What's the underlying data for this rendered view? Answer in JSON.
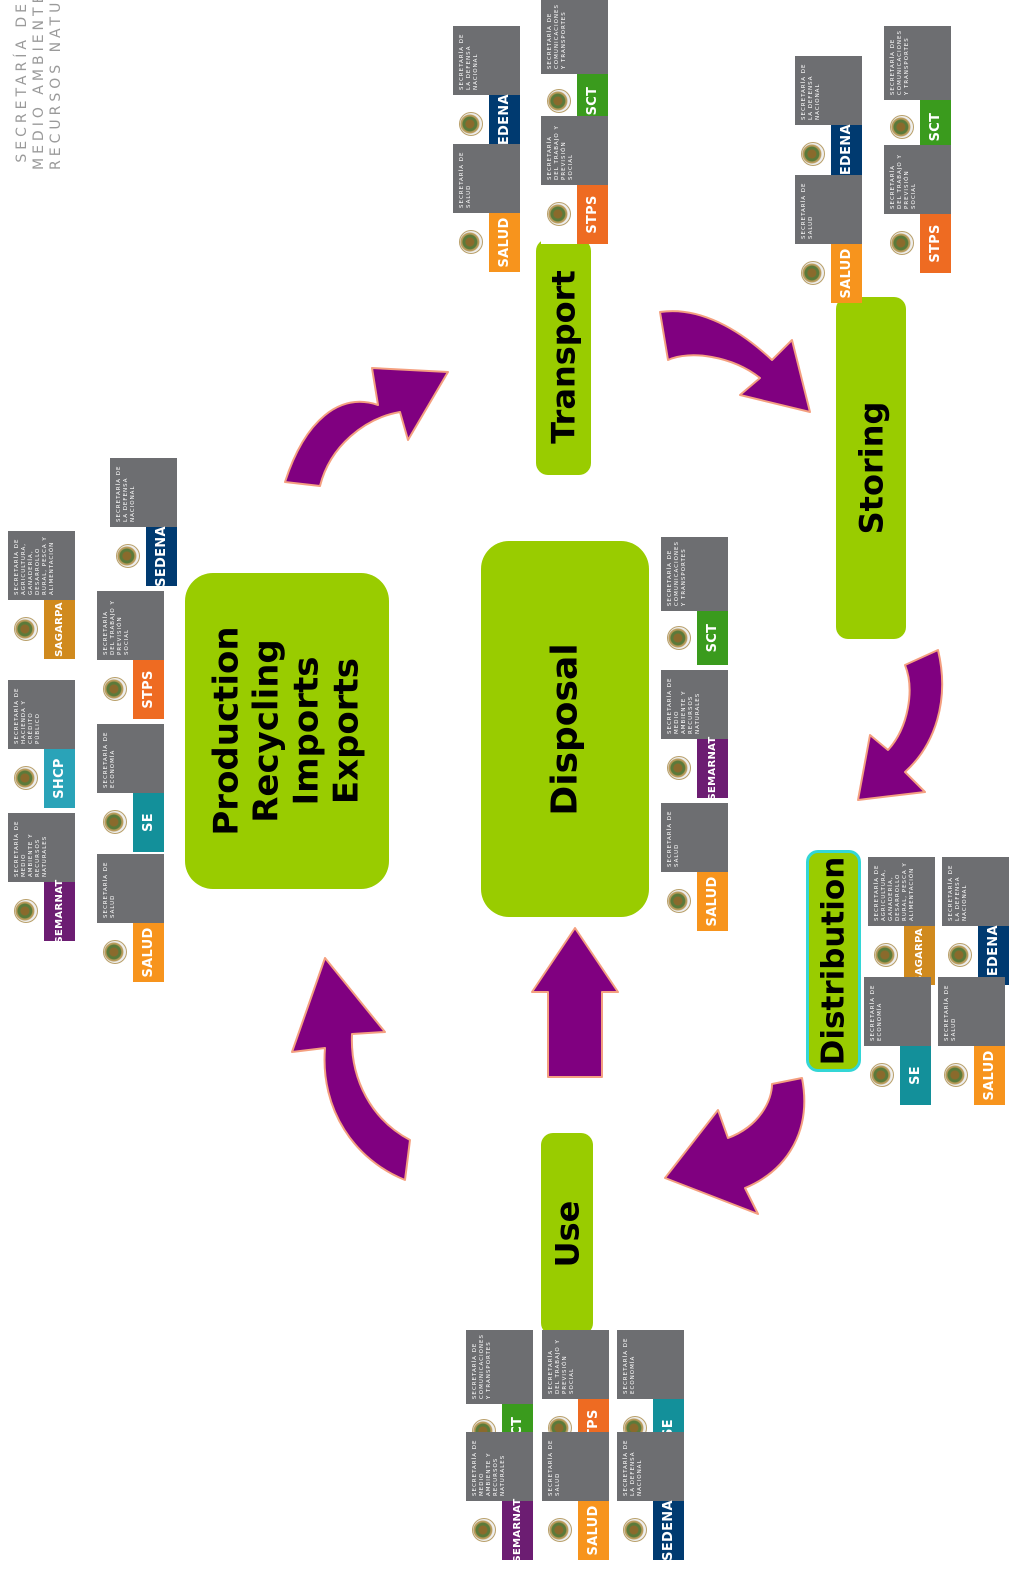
{
  "header": {
    "line1": "SECRETARÍA DE",
    "line2": "MEDIO AMBIENTE Y",
    "line3": "RECURSOS NATURALES"
  },
  "stages": {
    "production": [
      "Production",
      "Recycling",
      "Imports",
      "Exports"
    ],
    "transport": "Transport",
    "storing": "Storing",
    "distribution": "Distribution",
    "use": "Use",
    "disposal": "Disposal"
  },
  "agencies": {
    "SEDENA": {
      "acronym": "SEDENA",
      "color": "#003a70",
      "desc": "SECRETARÍA DE LA DEFENSA NACIONAL"
    },
    "SCT": {
      "acronym": "SCT",
      "color": "#3a9b1d",
      "desc": "SECRETARÍA DE COMUNICACIONES Y TRANSPORTES"
    },
    "SALUD": {
      "acronym": "SALUD",
      "color": "#f7941d",
      "desc": "SECRETARÍA DE SALUD"
    },
    "STPS": {
      "acronym": "STPS",
      "color": "#ee6b22",
      "desc": "SECRETARÍA DEL TRABAJO Y PREVISIÓN SOCIAL"
    },
    "SEMARNAT": {
      "acronym": "SEMARNAT",
      "color": "#6c1d72",
      "desc": "SECRETARÍA DE MEDIO AMBIENTE Y RECURSOS NATURALES"
    },
    "SHCP": {
      "acronym": "SHCP",
      "color": "#2aa3b8",
      "desc": "SECRETARÍA DE HACIENDA Y CRÉDITO PÚBLICO"
    },
    "SAGARPA": {
      "acronym": "SAGARPA",
      "color": "#d08a1e",
      "desc": "SECRETARÍA DE AGRICULTURA, GANADERÍA, DESARROLLO RURAL, PESCA Y ALIMENTACIÓN"
    },
    "SE": {
      "acronym": "SE",
      "color": "#13909a",
      "desc": "SECRETARÍA DE ECONOMÍA"
    }
  },
  "colors": {
    "stage_green": "#99cc00",
    "arrow_purple": "#800080",
    "arrow_outline": "#f4a080",
    "highlight_border": "#33d6d6"
  }
}
